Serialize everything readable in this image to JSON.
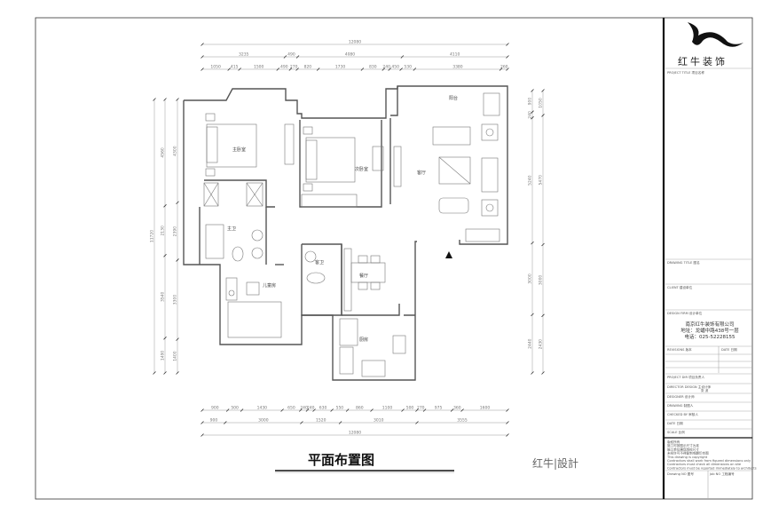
{
  "drawing": {
    "title": "平面布置图",
    "signature": "红牛|設計",
    "rooms": {
      "master_bedroom": "主卧室",
      "second_bedroom": "次卧室",
      "living_room": "客厅",
      "balcony": "阳台",
      "master_bath": "主卫",
      "kids_room": "儿童房",
      "guest_bath": "客卫",
      "dining": "餐厅",
      "kitchen": "厨房"
    },
    "dimensions": {
      "top": [
        [
          "12080"
        ],
        [
          "3235",
          "490",
          "4080",
          "4110"
        ],
        [
          "1050",
          "415",
          "1500",
          "490",
          "270",
          "820",
          "1730",
          "830",
          "240",
          "450",
          "530",
          "3380",
          "260"
        ]
      ],
      "bottom": [
        [
          "900",
          "500",
          "1430",
          "650",
          "240",
          "240",
          "630",
          "550",
          "860",
          "1100",
          "500",
          "270",
          "975",
          "360",
          "1600"
        ],
        [
          "900",
          "3000",
          "1520",
          "3010",
          "3555"
        ],
        [
          "12080"
        ]
      ],
      "left": [
        [
          "11720"
        ],
        [
          "4560",
          "2130",
          "3540",
          "1490"
        ],
        [
          "4300",
          "2390",
          "3300",
          "1400"
        ]
      ],
      "right": [
        [
          "900",
          "240",
          "5240",
          "3000",
          "2440"
        ],
        [
          "1050",
          "5470",
          "3000",
          "2430"
        ]
      ]
    }
  },
  "title_block": {
    "logo_text": "红牛装饰",
    "project_title": "PROJECT TITLE 项目名称",
    "drawing_title": "DRAWING TITLE 图名",
    "client": "CLIENT 建设单位",
    "design_firm": "DESIGN FIRM 设计单位",
    "company": "南京红牛装饰有限公司",
    "address": "地址：龙蟠中路438号一层",
    "phone": "电话：025-52228155",
    "revisions": "REVISIONS 版本",
    "revision_date": "DATE 日期",
    "project_dir": "PROJECT DIR 项目负责人",
    "director_design": "DIRECTOR DESIGN 主设计师",
    "director_name": "张 波",
    "designer": "DESIGNER 设计师",
    "drawing": "DRAWING 制图人",
    "checked_by": "CHECKED BY 审核人",
    "date": "DATE 日期",
    "scale": "SCALE 比例",
    "notes": [
      "版权所有",
      "施工时按图示尺寸为准",
      "施工单位需现场校尺寸",
      "未经许可不得复制或翻印本图",
      "This drawing is copyright",
      "Contractors shall work from figured dimensions only",
      "Contractors must check all dimensions on site",
      "Contractors must be reported immediately to architects"
    ],
    "drawing_no": "Drawing NO 图号",
    "job_no": "Job NO 工程编号"
  }
}
